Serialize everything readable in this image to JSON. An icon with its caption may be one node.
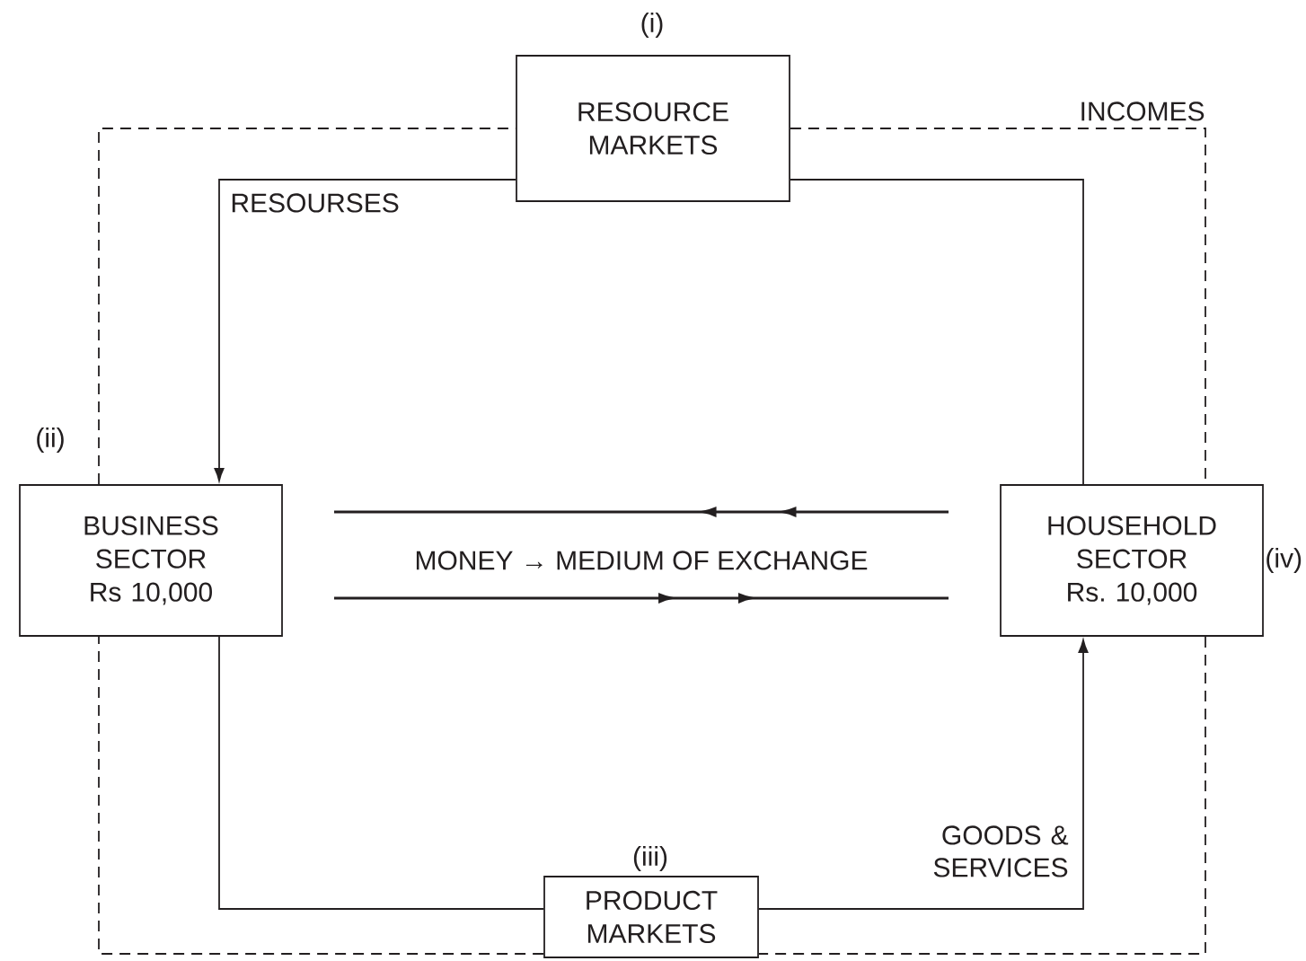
{
  "diagram": {
    "nodes": [
      {
        "text": [
          "RESOURCE MARKETS"
        ],
        "beside": [
          "(i)"
        ]
      },
      {
        "text": [
          "BUSINESS SECTOR Rs 10,000"
        ],
        "beside": [
          "(ii)"
        ]
      },
      {
        "text": [
          "HOUSEHOLD SECTOR Rs. 10,000"
        ],
        "beside": [
          "(iv)"
        ]
      },
      {
        "text": [
          "PRODUCT MARKETS"
        ],
        "beside": [
          "(iii)"
        ]
      }
    ],
    "edges": [
      {
        "from": 0,
        "to": 1,
        "arrow": "to",
        "label": "RESOURSES"
      },
      {
        "from": 2,
        "to": 0,
        "arrow": "none"
      },
      {
        "from": 1,
        "to": 3,
        "arrow": "none"
      },
      {
        "from": 3,
        "to": 2,
        "arrow": "to",
        "label": "GOODS & SERVICES"
      },
      {
        "from": 0,
        "to": 2,
        "arrow": "none",
        "style": "dashed",
        "label": "INCOMES"
      },
      {
        "from": 2,
        "to": 3,
        "arrow": "none",
        "style": "dashed"
      },
      {
        "from": 3,
        "to": 1,
        "arrow": "none",
        "style": "dashed"
      },
      {
        "from": 1,
        "to": 0,
        "arrow": "none",
        "style": "dashed"
      }
    ],
    "labels": [
      "MONEY → MEDIUM OF EXCHANGE"
    ]
  }
}
